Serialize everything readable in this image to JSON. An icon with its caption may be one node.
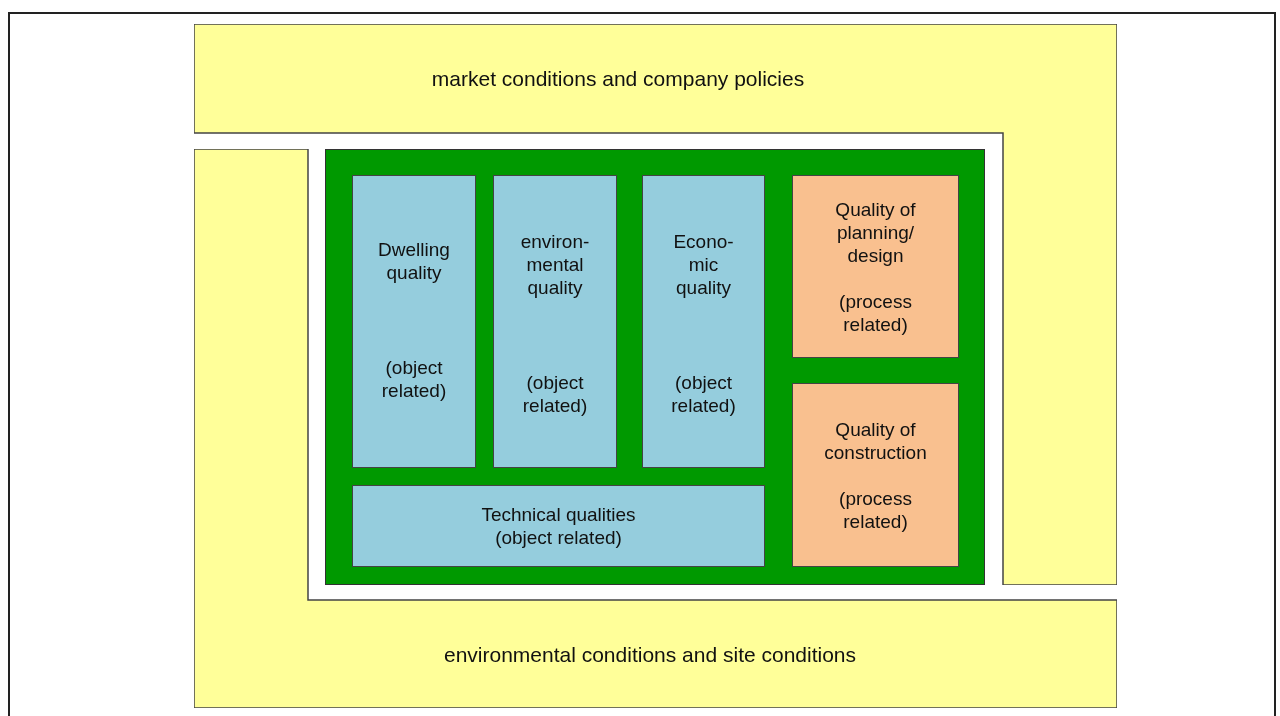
{
  "diagram": {
    "nodes": [
      {
        "text": [
          "market conditions and company policies"
        ]
      },
      {
        "text": [
          "environmental conditions and site conditions"
        ]
      },
      {
        "text": [],
        "shape": "box"
      },
      {
        "text": [
          "Dwelling quality",
          "(object related)"
        ],
        "in": 2
      },
      {
        "text": [
          "environ- mental quality",
          "(object related)"
        ],
        "in": 2
      },
      {
        "text": [
          "Econo- mic quality",
          "(object related)"
        ],
        "in": 2
      },
      {
        "text": [
          "Quality of planning/ design",
          "(process related)"
        ],
        "in": 2
      },
      {
        "text": [
          "Technical qualities",
          "(object related)"
        ],
        "in": 2
      },
      {
        "text": [
          "Quality of construction",
          "(process related)"
        ],
        "in": 2
      }
    ]
  }
}
